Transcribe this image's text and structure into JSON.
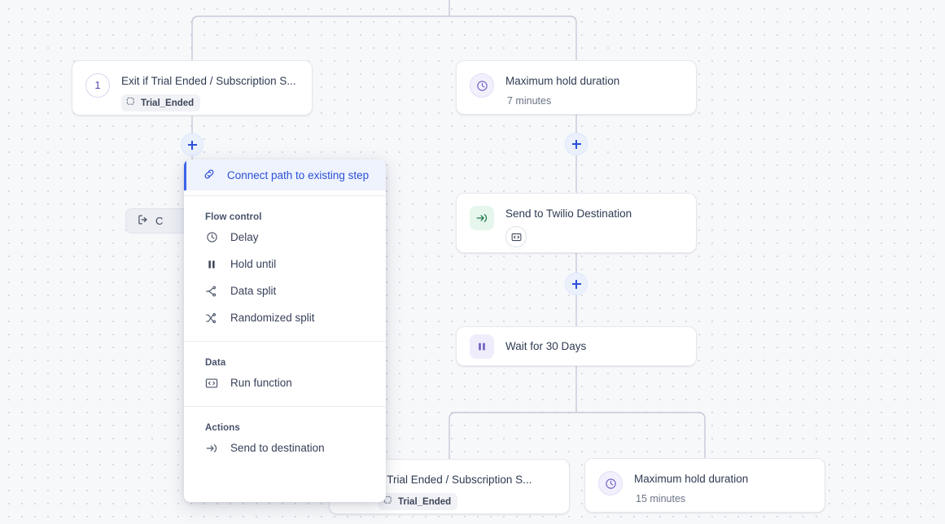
{
  "canvas": {
    "background_color": "#f7f8fa",
    "dot_color": "#d8d6e4",
    "accent_blue": "#2b50d8",
    "edge_color": "#c9c7da"
  },
  "nodes": [
    {
      "id": "exit-trial-top",
      "icon": "step-number-badge",
      "badge": "1",
      "title": "Exit if Trial Ended / Subscription S...",
      "chip": {
        "icon": "selection-cursor-icon",
        "label": "Trial_Ended"
      }
    },
    {
      "id": "max-hold-top",
      "icon": "clock-icon",
      "title": "Maximum hold duration",
      "subtitle": "7 minutes"
    },
    {
      "id": "send-twilio",
      "icon": "send-arrow-icon",
      "title": "Send to Twilio Destination",
      "chip_icon": "code-icon"
    },
    {
      "id": "wait-30-days",
      "icon": "pause-icon",
      "title": "Wait for 30 Days"
    },
    {
      "id": "exit-trial-bottom",
      "icon": "step-number-badge",
      "title": "if Trial Ended / Subscription S...",
      "chip": {
        "icon": "selection-cursor-icon",
        "label": "Trial_Ended"
      }
    },
    {
      "id": "max-hold-bottom",
      "icon": "clock-icon",
      "title": "Maximum hold duration",
      "subtitle": "15 minutes"
    }
  ],
  "exit_chip": {
    "icon": "exit-icon",
    "label": "C"
  },
  "plus_buttons": [
    {
      "id": "add-step-left",
      "label": "+"
    },
    {
      "id": "add-step-right-top",
      "label": "+"
    },
    {
      "id": "add-step-right-bottom",
      "label": "+"
    }
  ],
  "menu": {
    "highlight": {
      "icon": "link-icon",
      "label": "Connect path to existing step"
    },
    "groups": [
      {
        "title": "Flow control",
        "items": [
          {
            "icon": "clock-icon",
            "label": "Delay"
          },
          {
            "icon": "pause-icon",
            "label": "Hold until"
          },
          {
            "icon": "data-split-icon",
            "label": "Data split"
          },
          {
            "icon": "randomized-split-icon",
            "label": "Randomized split"
          }
        ]
      },
      {
        "title": "Data",
        "items": [
          {
            "icon": "code-icon",
            "label": "Run function"
          }
        ]
      },
      {
        "title": "Actions",
        "items": [
          {
            "icon": "send-arrow-icon",
            "label": "Send to destination"
          }
        ]
      }
    ]
  }
}
